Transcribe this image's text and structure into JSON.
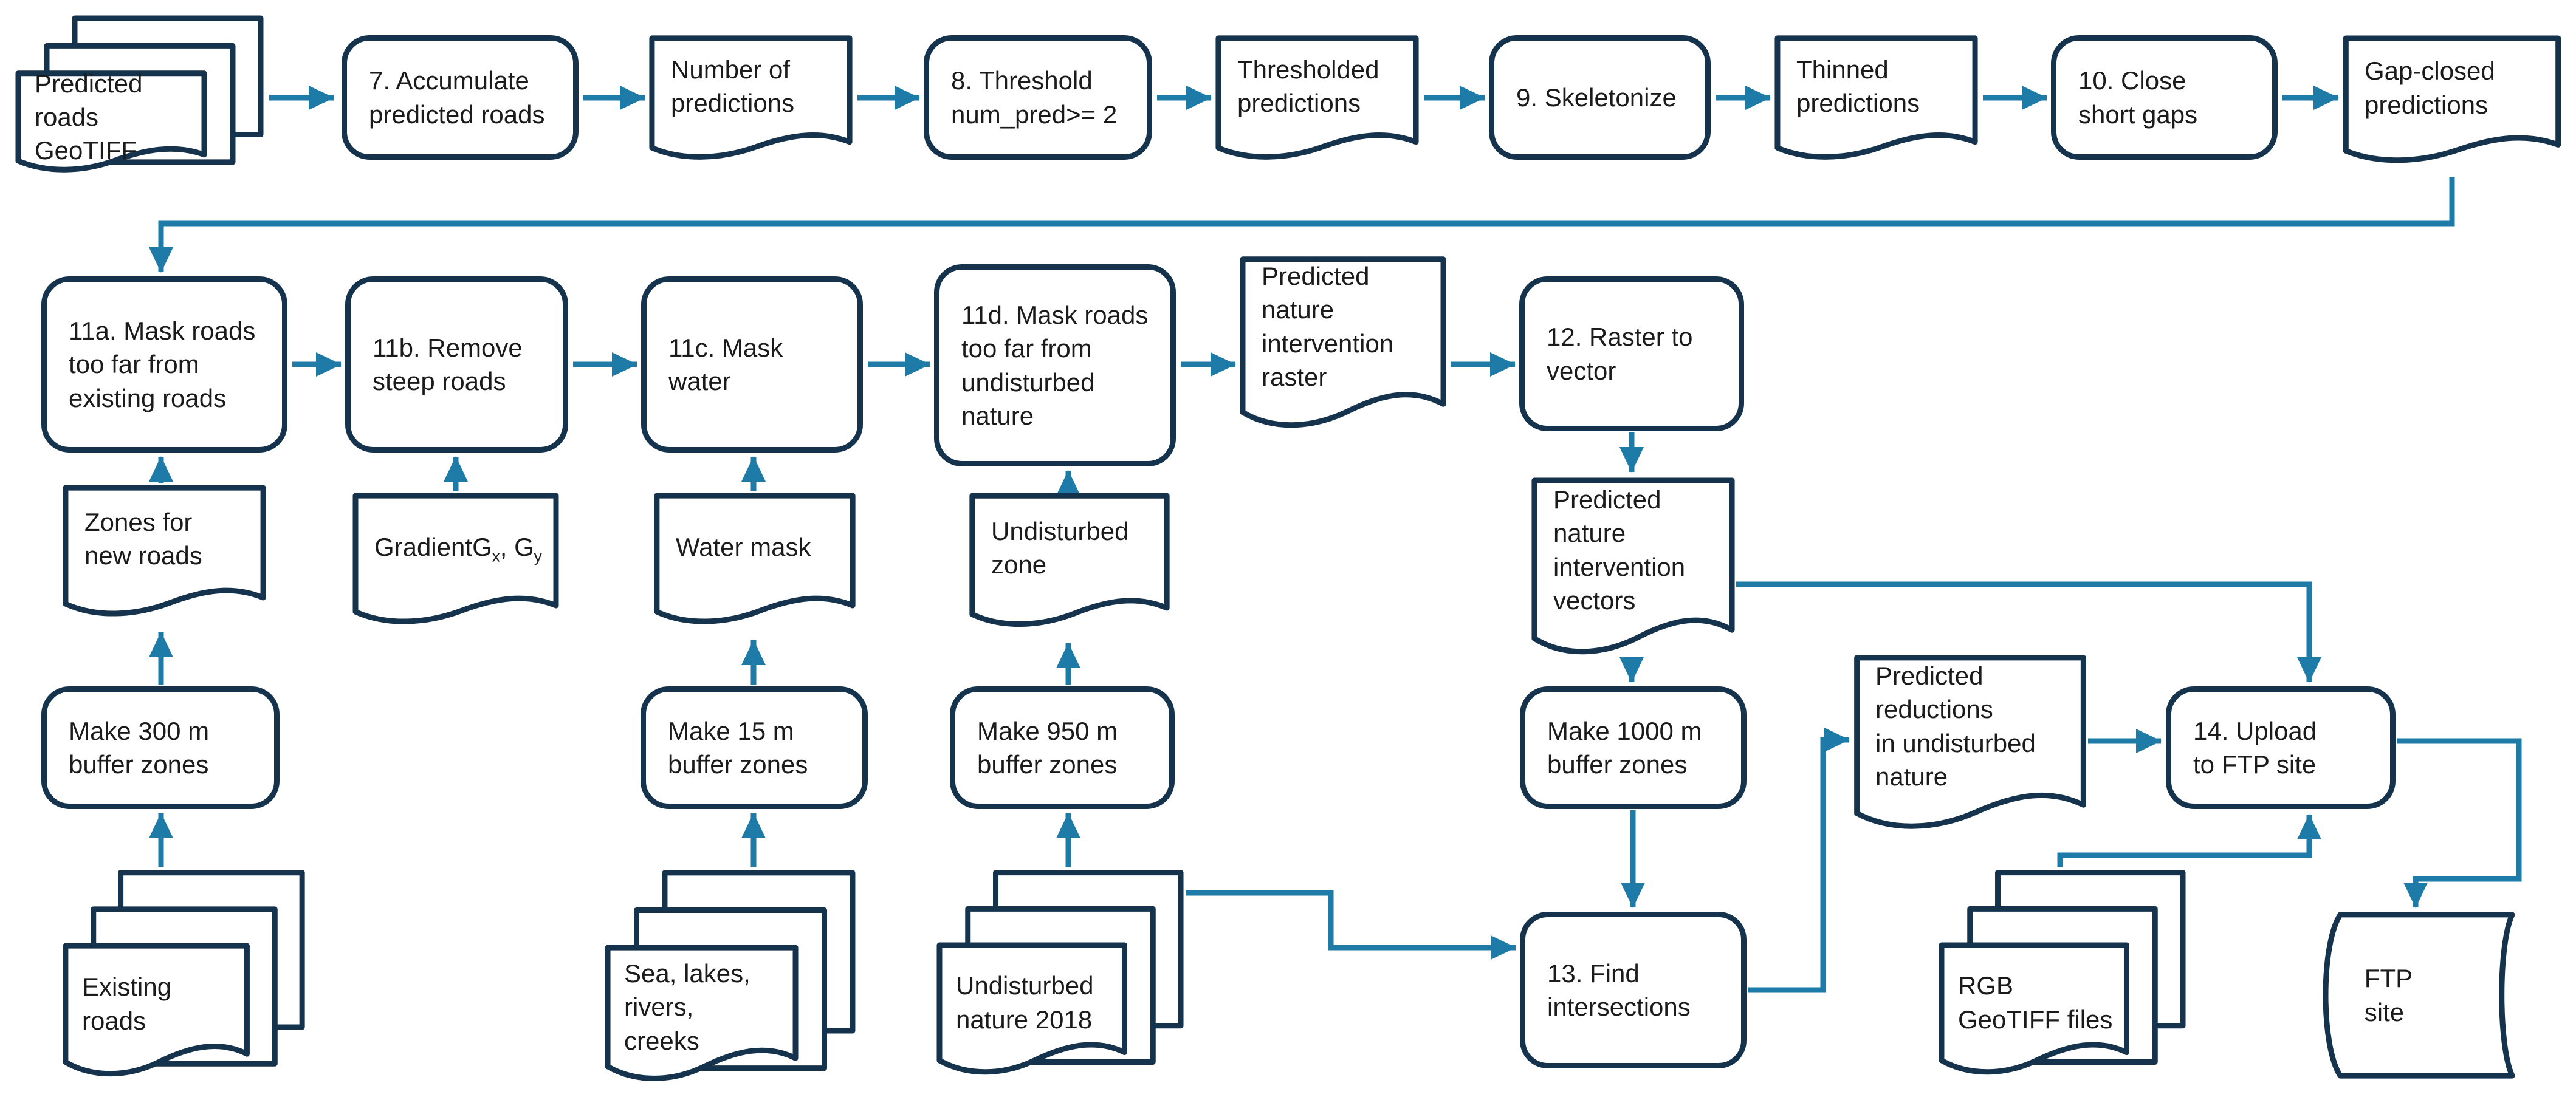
{
  "diagram": {
    "title": "Road prediction post-processing workflow",
    "colors": {
      "border": "#15334d",
      "arrow": "#1e7aa6",
      "text": "#1b1b1b",
      "background": "#ffffff"
    },
    "nodes": {
      "pred_roads_geotiff": {
        "label": "Predicted\nroads GeoTIFF",
        "shape": "document-stack"
      },
      "step7": {
        "label": "7. Accumulate\npredicted roads",
        "shape": "process"
      },
      "number_of_predictions": {
        "label": "Number of\npredictions",
        "shape": "document"
      },
      "step8": {
        "label": "8. Threshold\nnum_pred>= 2",
        "shape": "process"
      },
      "thresholded_predictions": {
        "label": "Thresholded\npredictions",
        "shape": "document"
      },
      "step9": {
        "label": "9. Skeletonize",
        "shape": "process"
      },
      "thinned_predictions": {
        "label": "Thinned\npredictions",
        "shape": "document"
      },
      "step10": {
        "label": "10. Close\nshort gaps",
        "shape": "process"
      },
      "gap_closed_predictions": {
        "label": "Gap-closed\npredictions",
        "shape": "document"
      },
      "step11a": {
        "label": "11a. Mask roads\ntoo far from\nexisting roads",
        "shape": "process"
      },
      "step11b": {
        "label": "11b. Remove\nsteep roads",
        "shape": "process"
      },
      "step11c": {
        "label": "11c. Mask\nwater",
        "shape": "process"
      },
      "step11d": {
        "label": "11d. Mask roads\ntoo far from\nundisturbed\nnature",
        "shape": "process"
      },
      "pred_nature_intervention_raster": {
        "label": "Predicted\nnature\nintervention\nraster",
        "shape": "document"
      },
      "step12": {
        "label": "12. Raster to\nvector",
        "shape": "process"
      },
      "zones_for_new_roads": {
        "label": "Zones for\nnew roads",
        "shape": "document"
      },
      "gradient": {
        "label": "Gradient Gx, Gy",
        "shape": "document"
      },
      "water_mask": {
        "label": "Water mask",
        "shape": "document"
      },
      "undisturbed_zone": {
        "label": "Undisturbed\nzone",
        "shape": "document"
      },
      "pred_nature_intervention_vectors": {
        "label": "Predicted\nnature\nintervention\nvectors",
        "shape": "document"
      },
      "make_300m": {
        "label": "Make 300 m\nbuffer zones",
        "shape": "process"
      },
      "make_15m": {
        "label": "Make 15 m\nbuffer zones",
        "shape": "process"
      },
      "make_950m": {
        "label": "Make 950 m\nbuffer zones",
        "shape": "process"
      },
      "make_1000m": {
        "label": "Make 1000 m\nbuffer zones",
        "shape": "process"
      },
      "pred_reductions": {
        "label": "Predicted\nreductions\nin undisturbed\nnature",
        "shape": "document"
      },
      "step14": {
        "label": "14. Upload\nto FTP site",
        "shape": "process"
      },
      "existing_roads": {
        "label": "Existing\nroads",
        "shape": "document-stack"
      },
      "sea_lakes": {
        "label": "Sea, lakes,\nrivers,\ncreeks",
        "shape": "document-stack"
      },
      "undisturbed_nature_2018": {
        "label": "Undisturbed\nnature 2018",
        "shape": "document-stack"
      },
      "step13": {
        "label": "13. Find\nintersections",
        "shape": "process"
      },
      "rgb_geotiff": {
        "label": "RGB\nGeoTIFF files",
        "shape": "document-stack"
      },
      "ftp_site": {
        "label": "FTP\nsite",
        "shape": "stored-data"
      }
    },
    "gradient_parts": {
      "word": "Gradient",
      "g1": "G",
      "sub1": "x",
      "comma": ", ",
      "g2": "G",
      "sub2": "y"
    },
    "edges": [
      {
        "from": "pred_roads_geotiff",
        "to": "step7"
      },
      {
        "from": "step7",
        "to": "number_of_predictions"
      },
      {
        "from": "number_of_predictions",
        "to": "step8"
      },
      {
        "from": "step8",
        "to": "thresholded_predictions"
      },
      {
        "from": "thresholded_predictions",
        "to": "step9"
      },
      {
        "from": "step9",
        "to": "thinned_predictions"
      },
      {
        "from": "thinned_predictions",
        "to": "step10"
      },
      {
        "from": "step10",
        "to": "gap_closed_predictions"
      },
      {
        "from": "gap_closed_predictions",
        "to": "step11a"
      },
      {
        "from": "step11a",
        "to": "step11b"
      },
      {
        "from": "step11b",
        "to": "step11c"
      },
      {
        "from": "step11c",
        "to": "step11d"
      },
      {
        "from": "step11d",
        "to": "pred_nature_intervention_raster"
      },
      {
        "from": "pred_nature_intervention_raster",
        "to": "step12"
      },
      {
        "from": "zones_for_new_roads",
        "to": "step11a"
      },
      {
        "from": "gradient",
        "to": "step11b"
      },
      {
        "from": "water_mask",
        "to": "step11c"
      },
      {
        "from": "undisturbed_zone",
        "to": "step11d"
      },
      {
        "from": "make_300m",
        "to": "zones_for_new_roads"
      },
      {
        "from": "make_15m",
        "to": "water_mask"
      },
      {
        "from": "make_950m",
        "to": "undisturbed_zone"
      },
      {
        "from": "step12",
        "to": "pred_nature_intervention_vectors"
      },
      {
        "from": "pred_nature_intervention_vectors",
        "to": "make_1000m"
      },
      {
        "from": "make_1000m",
        "to": "step13"
      },
      {
        "from": "existing_roads",
        "to": "make_300m"
      },
      {
        "from": "sea_lakes",
        "to": "make_15m"
      },
      {
        "from": "undisturbed_nature_2018",
        "to": "make_950m"
      },
      {
        "from": "undisturbed_nature_2018",
        "to": "step13"
      },
      {
        "from": "step13",
        "to": "pred_reductions"
      },
      {
        "from": "pred_reductions",
        "to": "step14"
      },
      {
        "from": "pred_nature_intervention_vectors",
        "to": "step14"
      },
      {
        "from": "rgb_geotiff",
        "to": "step14"
      },
      {
        "from": "step14",
        "to": "ftp_site"
      }
    ]
  }
}
